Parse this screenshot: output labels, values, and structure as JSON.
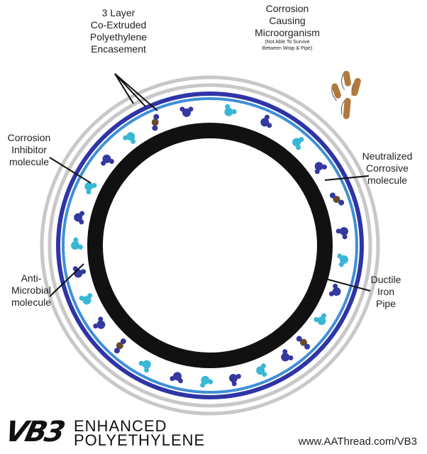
{
  "labels": {
    "encasement": [
      "3 Layer",
      "Co-Extruded",
      "Polyethylene",
      "Encasement"
    ],
    "microorganism": [
      "Corrosion",
      "Causing",
      "Microorganism"
    ],
    "microorganism_note": [
      "(Not Able To Survive",
      "Between Wrap & Pipe)"
    ],
    "inhibitor": [
      "Corrosion",
      "Inhibitor",
      "molecule"
    ],
    "neutralized": [
      "Neutralized",
      "Corrosive",
      "molecule"
    ],
    "antimicrobial": [
      "Anti-",
      "Microbial",
      "molecule"
    ],
    "pipe": [
      "Ductile",
      "Iron",
      "Pipe"
    ]
  },
  "logo": {
    "mark": "VB3",
    "line1": "ENHANCED",
    "line2": "POLYETHYLENE"
  },
  "url": "www.AAThread.com/VB3",
  "colors": {
    "outer_layer": "#c8c8c8",
    "dark_blue_ring": "#2f35a6",
    "mid_blue_ring": "#3f8fd8",
    "pipe": "#111111",
    "inhibitor_molecule": "#3438a0",
    "antimicrobial_molecule": "#39b7d6",
    "neutralized_molecule": "#6b4a2c",
    "microorganism": "#b07a3c"
  },
  "molecules": [
    {
      "type": "inhibitor",
      "angle": 100
    },
    {
      "type": "antimicrobial",
      "angle": 82
    },
    {
      "type": "inhibitor",
      "angle": 66
    },
    {
      "type": "antimicrobial",
      "angle": 50
    },
    {
      "type": "inhibitor",
      "angle": 36
    },
    {
      "type": "neutralized",
      "angle": 20
    },
    {
      "type": "inhibitor",
      "angle": 6
    },
    {
      "type": "antimicrobial",
      "angle": -6
    },
    {
      "type": "inhibitor",
      "angle": -20
    },
    {
      "type": "antimicrobial",
      "angle": -34
    },
    {
      "type": "neutralized",
      "angle": -46
    },
    {
      "type": "inhibitor",
      "angle": -56
    },
    {
      "type": "antimicrobial",
      "angle": -68
    },
    {
      "type": "inhibitor",
      "angle": -80
    },
    {
      "type": "antimicrobial",
      "angle": -92
    },
    {
      "type": "inhibitor",
      "angle": -104
    },
    {
      "type": "antimicrobial",
      "angle": -118
    },
    {
      "type": "neutralized",
      "angle": -132
    },
    {
      "type": "inhibitor",
      "angle": -144
    },
    {
      "type": "antimicrobial",
      "angle": -156
    },
    {
      "type": "inhibitor",
      "angle": -168
    },
    {
      "type": "antimicrobial",
      "angle": 180
    },
    {
      "type": "inhibitor",
      "angle": 168
    },
    {
      "type": "antimicrobial",
      "angle": 154
    },
    {
      "type": "inhibitor",
      "angle": 140
    },
    {
      "type": "antimicrobial",
      "angle": 126
    },
    {
      "type": "neutralized",
      "angle": 114
    }
  ]
}
